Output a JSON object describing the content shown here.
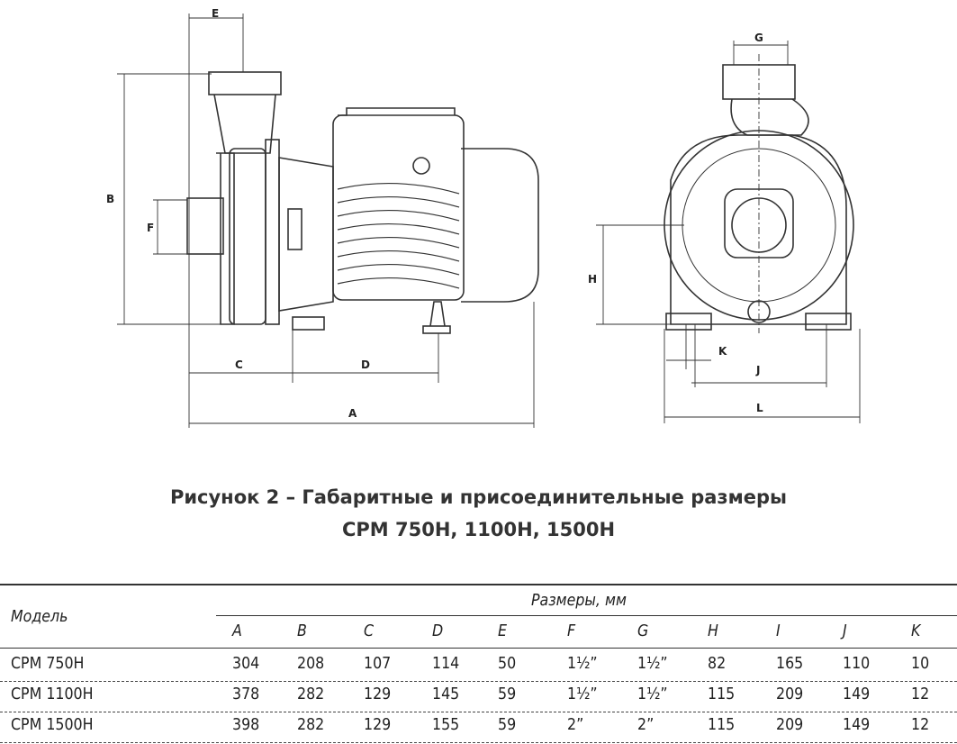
{
  "drawing": {
    "labels": {
      "A": "A",
      "B": "B",
      "C": "C",
      "D": "D",
      "E": "E",
      "F": "F",
      "G": "G",
      "H": "H",
      "J": "J",
      "K": "K",
      "L": "L"
    }
  },
  "caption": {
    "line1": "Рисунок 2 – Габаритные и присоединительные размеры",
    "line2": "CPM 750H, 1100H, 1500H"
  },
  "table": {
    "model_header": "Модель",
    "dims_header": "Размеры, мм",
    "columns": [
      "A",
      "B",
      "C",
      "D",
      "E",
      "F",
      "G",
      "H",
      "I",
      "J",
      "K"
    ],
    "rows": [
      {
        "model": "CPM 750H",
        "values": [
          "304",
          "208",
          "107",
          "114",
          "50",
          "1½”",
          "1½”",
          "82",
          "165",
          "110",
          "10"
        ]
      },
      {
        "model": "CPM 1100H",
        "values": [
          "378",
          "282",
          "129",
          "145",
          "59",
          "1½”",
          "1½”",
          "115",
          "209",
          "149",
          "12"
        ]
      },
      {
        "model": "CPM 1500H",
        "values": [
          "398",
          "282",
          "129",
          "155",
          "59",
          "2”",
          "2”",
          "115",
          "209",
          "149",
          "12"
        ]
      }
    ]
  }
}
